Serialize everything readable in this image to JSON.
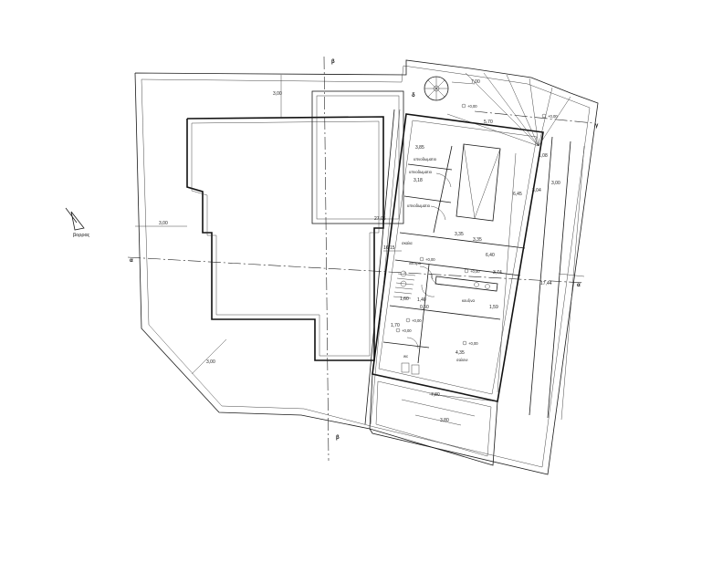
{
  "north_label": "βορρας",
  "axes": {
    "beta_top": "β",
    "beta_bottom": "β",
    "alpha_left": "α",
    "alpha_right": "α",
    "gamma_right": "γ",
    "delta_top": "δ"
  },
  "dimensions": {
    "d_300_top": "3,00",
    "d_300_left": "3,00",
    "d_300_lower": "3,00",
    "d_300_right": "3,00",
    "d_2705": "27,05",
    "d_1615": "16,15",
    "d_700": "7,00",
    "d_570": "5,70",
    "d_645": "6,45",
    "d_335": "3,35",
    "d_640": "6,40",
    "d_374": "3,74",
    "d_1744": "17,44",
    "d_159": "1,59",
    "d_435": "4,35",
    "d_780": "7,80",
    "d_380": "3,80",
    "d_108": "1,08",
    "d_304": "3,04",
    "d_170": "1,70",
    "d_140": "1,40",
    "d_160": "1,60",
    "d_050": "0,50",
    "d_318": "3,18",
    "d_335b": "3,35",
    "d_385": "3,85"
  },
  "rooms": {
    "bedroom_1": "υπνοδωματιο",
    "bedroom_2": "υπνοδωματιο",
    "bedroom_3": "υπνοδωματιο",
    "bath": "λουτρο",
    "wc": "wc",
    "kitchen": "κουζινα",
    "living": "σαλονι",
    "stairs": "σκαλα"
  },
  "elevations": [
    "+0,00",
    "+0,00",
    "+0,00",
    "+0,00",
    "+0,00",
    "+0,00",
    "+0,00"
  ]
}
